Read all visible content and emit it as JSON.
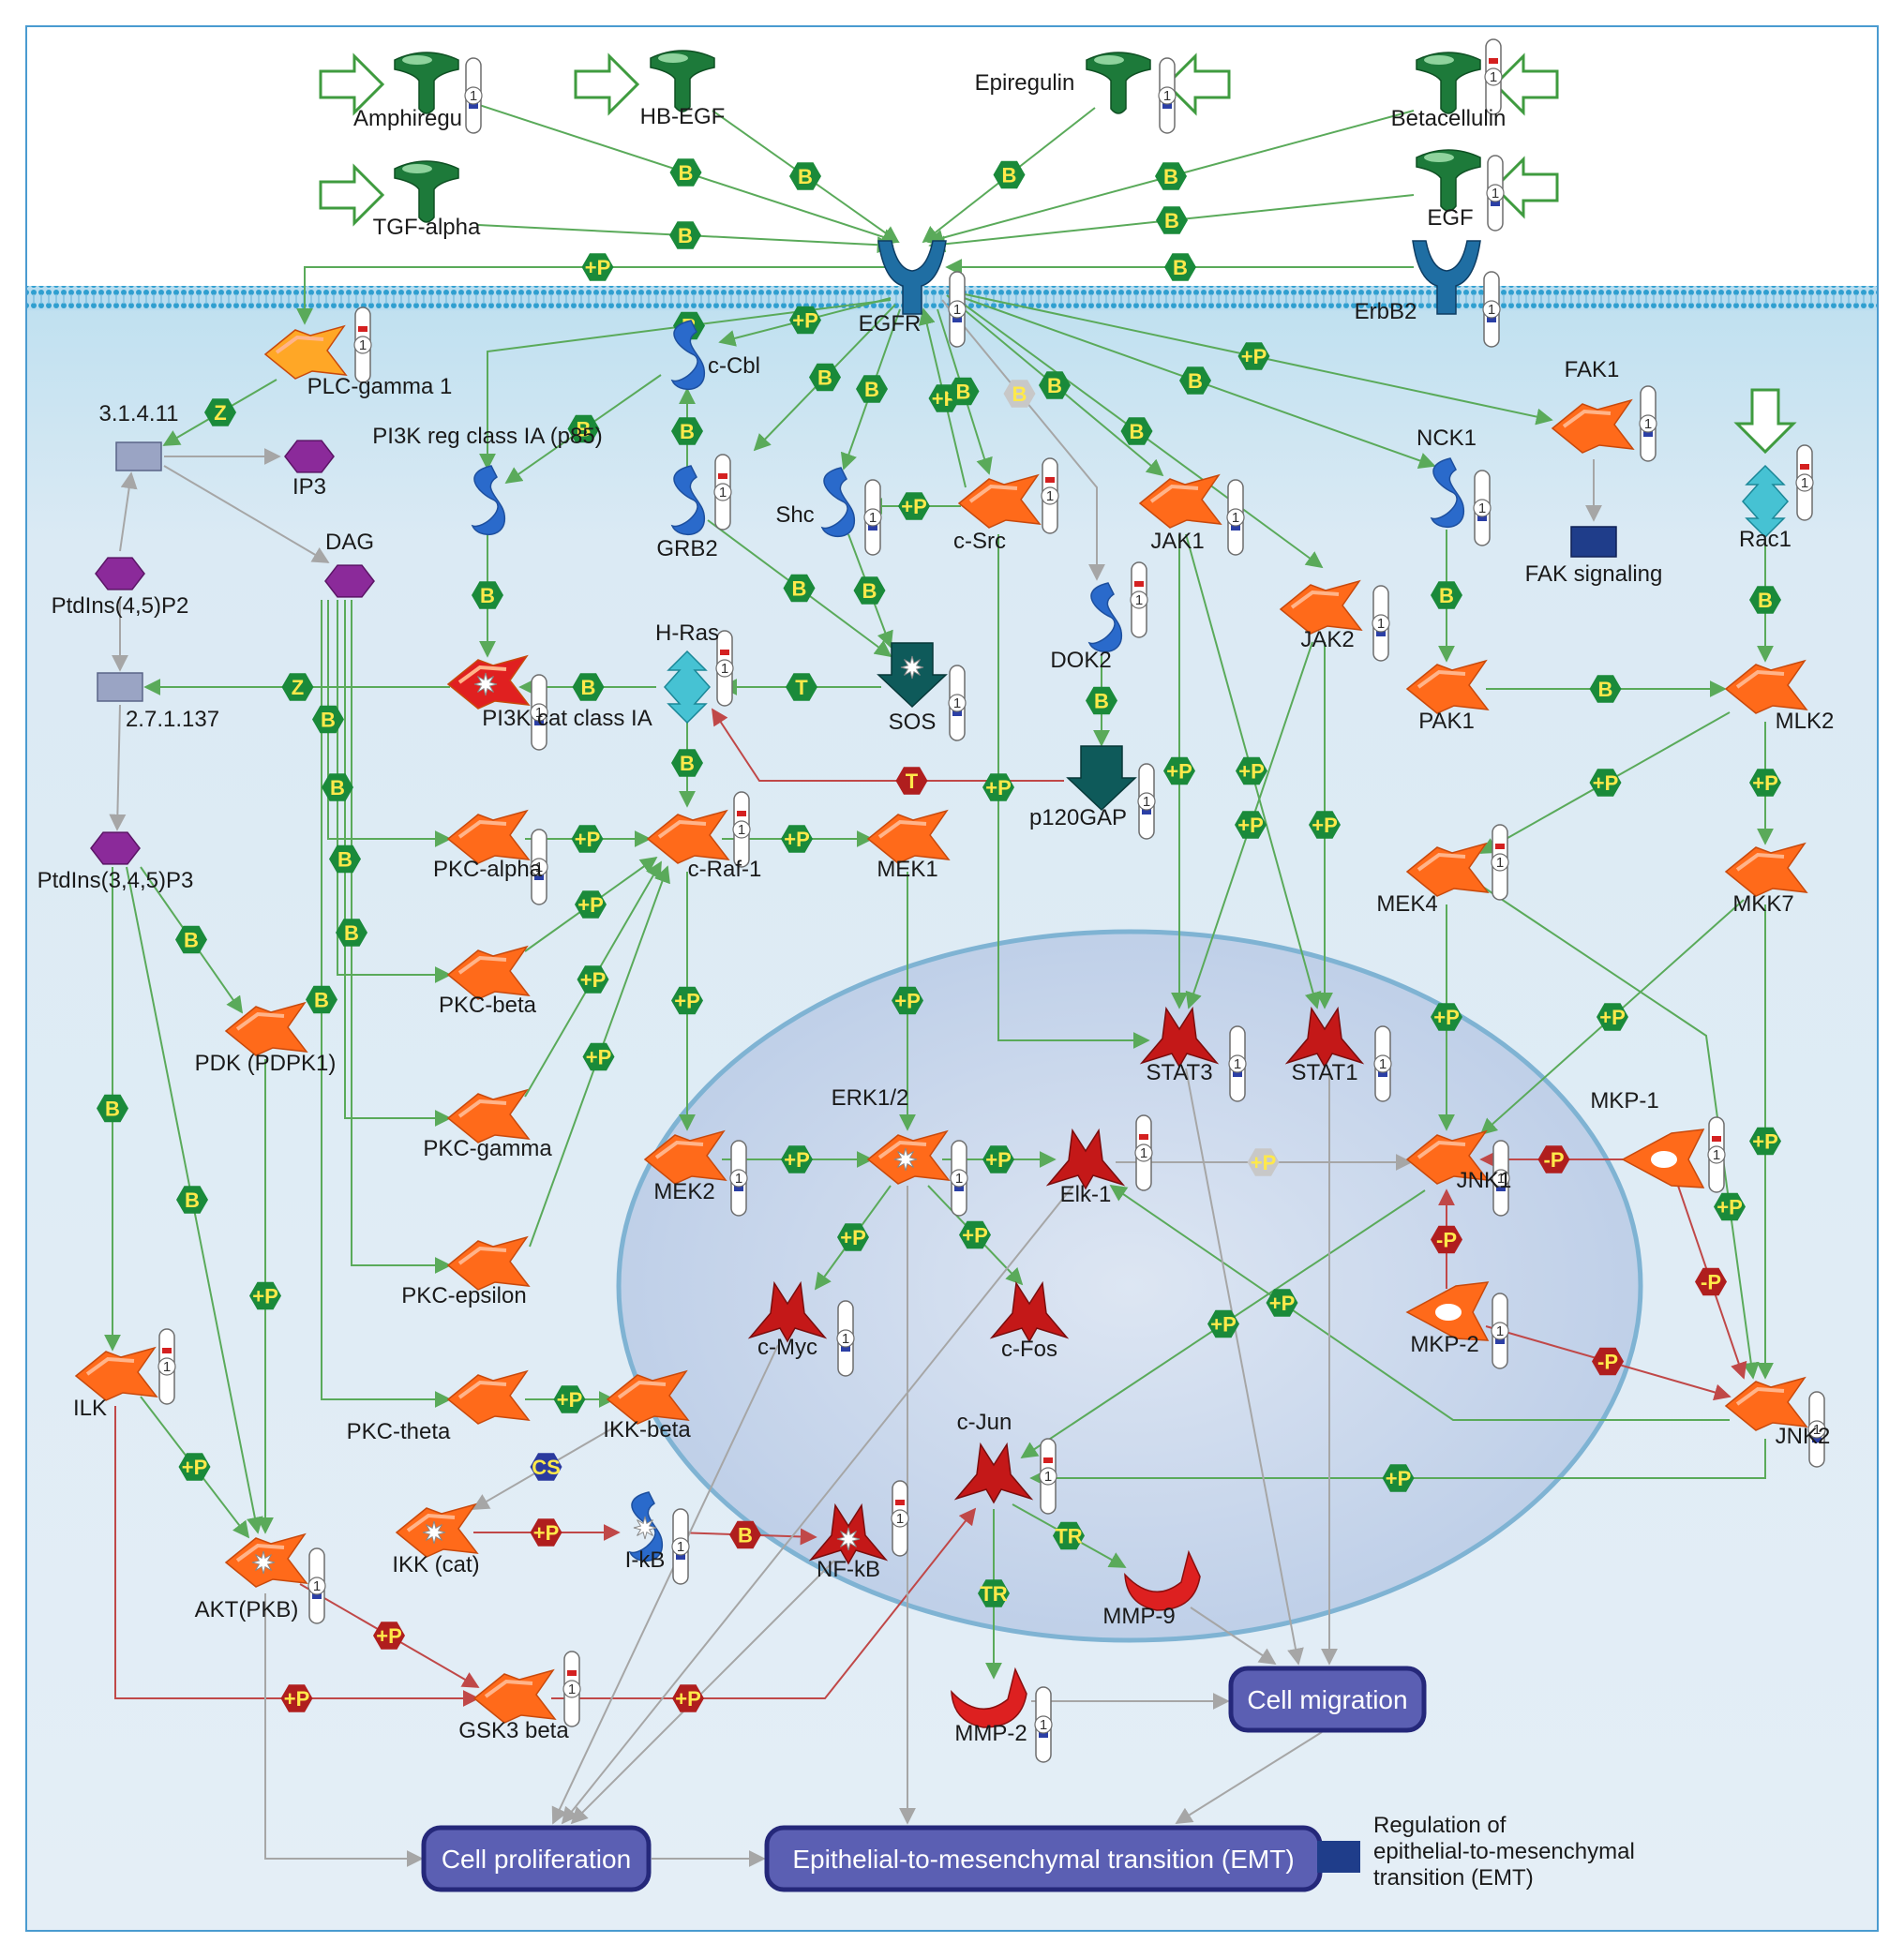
{
  "colors": {
    "membrane": "#3aa3d1",
    "cytoplasm": "#dceaf4",
    "nucleus_fill": "#c6d5ec",
    "nucleus_stroke": "#7fb3d3",
    "frame": "#4a9bd0",
    "edge_green": "#5aaa5a",
    "edge_red": "#c04848",
    "edge_gray": "#a6a6a6",
    "badge_green": "#1a8a3a",
    "badge_red": "#b01e1e",
    "badge_gray": "#c8c8c8",
    "badge_navy": "#2b3a9e",
    "process_fill": "#5b5fb3",
    "process_stroke": "#25287a",
    "kinase": "#ff6a1a",
    "receptor": "#1f6ea3",
    "ligand": "#1d7a3a",
    "tf": "#c41818",
    "adaptor": "#2a6acb",
    "small_molecule": "#8b2a9a",
    "complex_box": "#9aa4c4",
    "gtpase": "#46c2d3",
    "phosphatase": "#ff6a1a",
    "mmp": "#dd2020",
    "generic_dark": "#0e5a5a",
    "indicator_red": "#d42020",
    "indicator_blue": "#2b3fa5"
  },
  "nodes": [
    {
      "id": "amphiregulin",
      "label": "Amphiregu",
      "shape": "ligand",
      "icon": "ligand-t-icon"
    },
    {
      "id": "hb_egf",
      "label": "HB-EGF",
      "shape": "ligand",
      "icon": "ligand-t-icon"
    },
    {
      "id": "epiregulin",
      "label": "Epiregulin",
      "shape": "ligand",
      "icon": "ligand-t-icon"
    },
    {
      "id": "betacellulin",
      "label": "Betacellulin",
      "shape": "ligand",
      "icon": "ligand-t-icon"
    },
    {
      "id": "tgf_alpha",
      "label": "TGF-alpha",
      "shape": "ligand",
      "icon": "ligand-t-icon"
    },
    {
      "id": "egf",
      "label": "EGF",
      "shape": "ligand",
      "icon": "ligand-t-icon"
    },
    {
      "id": "egfr",
      "label": "EGFR",
      "shape": "receptor",
      "icon": "receptor-y-icon"
    },
    {
      "id": "erbb2",
      "label": "ErbB2",
      "shape": "receptor",
      "icon": "receptor-y-icon"
    },
    {
      "id": "plc_gamma1",
      "label": "PLC-gamma 1",
      "shape": "kinase_yellow",
      "icon": "enzyme-icon"
    },
    {
      "id": "enz_31411",
      "label": "3.1.4.11",
      "shape": "complex",
      "icon": "reaction-box-icon"
    },
    {
      "id": "ip3",
      "label": "IP3",
      "shape": "small",
      "icon": "hexagon-molecule-icon"
    },
    {
      "id": "dag",
      "label": "DAG",
      "shape": "small",
      "icon": "hexagon-molecule-icon"
    },
    {
      "id": "pip2",
      "label": "PtdIns(4,5)P2",
      "shape": "small",
      "icon": "hexagon-molecule-icon"
    },
    {
      "id": "enz_271137",
      "label": "2.7.1.137",
      "shape": "complex",
      "icon": "reaction-box-icon"
    },
    {
      "id": "pip3",
      "label": "PtdIns(3,4,5)P3",
      "shape": "small",
      "icon": "hexagon-molecule-icon"
    },
    {
      "id": "pi3k_reg",
      "label": "PI3K reg class IA (p85)",
      "shape": "adaptor",
      "icon": "adaptor-icon"
    },
    {
      "id": "pi3k_cat",
      "label": "PI3K cat class IA",
      "shape": "kinase_red",
      "icon": "kinase-icon"
    },
    {
      "id": "c_cbl",
      "label": "c-Cbl",
      "shape": "adaptor",
      "icon": "adaptor-icon"
    },
    {
      "id": "grb2",
      "label": "GRB2",
      "shape": "adaptor",
      "icon": "adaptor-icon"
    },
    {
      "id": "shc",
      "label": "Shc",
      "shape": "adaptor",
      "icon": "adaptor-icon"
    },
    {
      "id": "c_src",
      "label": "c-Src",
      "shape": "kinase",
      "icon": "kinase-icon"
    },
    {
      "id": "dok2",
      "label": "DOK2",
      "shape": "adaptor",
      "icon": "adaptor-icon"
    },
    {
      "id": "jak1",
      "label": "JAK1",
      "shape": "kinase",
      "icon": "kinase-icon"
    },
    {
      "id": "jak2",
      "label": "JAK2",
      "shape": "kinase",
      "icon": "kinase-icon"
    },
    {
      "id": "nck1",
      "label": "NCK1",
      "shape": "adaptor",
      "icon": "adaptor-icon"
    },
    {
      "id": "fak1",
      "label": "FAK1",
      "shape": "kinase",
      "icon": "kinase-icon"
    },
    {
      "id": "fak_signaling",
      "label": "FAK signaling",
      "shape": "process_small",
      "icon": "process-block-icon"
    },
    {
      "id": "rac1",
      "label": "Rac1",
      "shape": "gtpase",
      "icon": "gtpase-icon"
    },
    {
      "id": "h_ras",
      "label": "H-Ras",
      "shape": "gtpase",
      "icon": "gtpase-icon"
    },
    {
      "id": "sos",
      "label": "SOS",
      "shape": "generic_down",
      "icon": "gef-icon"
    },
    {
      "id": "p120gap",
      "label": "p120GAP",
      "shape": "generic_down",
      "icon": "gap-icon"
    },
    {
      "id": "pak1",
      "label": "PAK1",
      "shape": "kinase",
      "icon": "kinase-icon"
    },
    {
      "id": "mlk2",
      "label": "MLK2",
      "shape": "kinase",
      "icon": "kinase-icon"
    },
    {
      "id": "pkc_alpha",
      "label": "PKC-alpha",
      "shape": "kinase",
      "icon": "kinase-icon"
    },
    {
      "id": "c_raf1",
      "label": "c-Raf-1",
      "shape": "kinase",
      "icon": "kinase-icon"
    },
    {
      "id": "mek1",
      "label": "MEK1",
      "shape": "kinase",
      "icon": "kinase-icon"
    },
    {
      "id": "mek4",
      "label": "MEK4",
      "shape": "kinase",
      "icon": "kinase-icon"
    },
    {
      "id": "mkk7",
      "label": "MKK7",
      "shape": "kinase",
      "icon": "kinase-icon"
    },
    {
      "id": "pkc_beta",
      "label": "PKC-beta",
      "shape": "kinase",
      "icon": "kinase-icon"
    },
    {
      "id": "pdk",
      "label": "PDK (PDPK1)",
      "shape": "kinase",
      "icon": "kinase-icon"
    },
    {
      "id": "pkc_gamma",
      "label": "PKC-gamma",
      "shape": "kinase",
      "icon": "kinase-icon"
    },
    {
      "id": "pkc_epsilon",
      "label": "PKC-epsilon",
      "shape": "kinase",
      "icon": "kinase-icon"
    },
    {
      "id": "stat3",
      "label": "STAT3",
      "shape": "tf",
      "icon": "transcription-factor-icon"
    },
    {
      "id": "stat1",
      "label": "STAT1",
      "shape": "tf",
      "icon": "transcription-factor-icon"
    },
    {
      "id": "erk12",
      "label": "ERK1/2",
      "shape": "kinase_active",
      "icon": "kinase-icon"
    },
    {
      "id": "mek2",
      "label": "MEK2",
      "shape": "kinase",
      "icon": "kinase-icon"
    },
    {
      "id": "elk1",
      "label": "Elk-1",
      "shape": "tf",
      "icon": "transcription-factor-icon"
    },
    {
      "id": "jnk1",
      "label": "JNK1",
      "shape": "kinase",
      "icon": "kinase-icon"
    },
    {
      "id": "mkp1",
      "label": "MKP-1",
      "shape": "phosphatase",
      "icon": "phosphatase-icon"
    },
    {
      "id": "mkp2",
      "label": "MKP-2",
      "shape": "phosphatase",
      "icon": "phosphatase-icon"
    },
    {
      "id": "c_myc",
      "label": "c-Myc",
      "shape": "tf",
      "icon": "transcription-factor-icon"
    },
    {
      "id": "c_fos",
      "label": "c-Fos",
      "shape": "tf",
      "icon": "transcription-factor-icon"
    },
    {
      "id": "ilk",
      "label": "ILK",
      "shape": "kinase",
      "icon": "kinase-icon"
    },
    {
      "id": "pkc_theta",
      "label": "PKC-theta",
      "shape": "kinase",
      "icon": "kinase-icon"
    },
    {
      "id": "ikk_beta",
      "label": "IKK-beta",
      "shape": "kinase",
      "icon": "kinase-icon"
    },
    {
      "id": "ikk_cat",
      "label": "IKK (cat)",
      "shape": "kinase_active",
      "icon": "kinase-icon"
    },
    {
      "id": "ikb",
      "label": "I-kB",
      "shape": "adaptor_active",
      "icon": "adaptor-icon"
    },
    {
      "id": "nf_kb",
      "label": "NF-kB",
      "shape": "tf_active",
      "icon": "transcription-factor-icon"
    },
    {
      "id": "c_jun",
      "label": "c-Jun",
      "shape": "tf",
      "icon": "transcription-factor-icon"
    },
    {
      "id": "jnk2",
      "label": "JNK2",
      "shape": "kinase",
      "icon": "kinase-icon"
    },
    {
      "id": "akt",
      "label": "AKT(PKB)",
      "shape": "kinase_active",
      "icon": "kinase-icon"
    },
    {
      "id": "mmp9",
      "label": "MMP-9",
      "shape": "mmp",
      "icon": "protease-icon"
    },
    {
      "id": "gsk3b",
      "label": "GSK3 beta",
      "shape": "kinase",
      "icon": "kinase-icon"
    },
    {
      "id": "mmp2",
      "label": "MMP-2",
      "shape": "mmp",
      "icon": "protease-icon"
    }
  ],
  "processes": [
    {
      "id": "cell_migration",
      "label": "Cell migration"
    },
    {
      "id": "cell_proliferation",
      "label": "Cell proliferation"
    },
    {
      "id": "emt",
      "label": "Epithelial-to-mesenchymal transition (EMT)"
    }
  ],
  "legend_note": {
    "lines": [
      "Regulation of",
      "epithelial-to-mesenchymal",
      "transition (EMT)"
    ]
  },
  "edges": [
    {
      "from": "amphiregulin",
      "to": "egfr",
      "type": "B",
      "color": "green"
    },
    {
      "from": "hb_egf",
      "to": "egfr",
      "type": "B",
      "color": "green"
    },
    {
      "from": "epiregulin",
      "to": "egfr",
      "type": "B",
      "color": "green"
    },
    {
      "from": "betacellulin",
      "to": "egfr",
      "type": "B",
      "color": "green"
    },
    {
      "from": "tgf_alpha",
      "to": "egfr",
      "type": "B",
      "color": "green"
    },
    {
      "from": "egf",
      "to": "egfr",
      "type": "B",
      "color": "green"
    },
    {
      "from": "erbb2",
      "to": "egfr",
      "type": "B",
      "color": "green"
    },
    {
      "from": "egfr",
      "to": "plc_gamma1",
      "type": "+P",
      "color": "green"
    },
    {
      "from": "egfr",
      "to": "pi3k_reg",
      "type": "B",
      "color": "green"
    },
    {
      "from": "egfr",
      "to": "c_cbl",
      "type": "+P",
      "color": "green"
    },
    {
      "from": "egfr",
      "to": "grb2",
      "type": "B",
      "color": "green"
    },
    {
      "from": "egfr",
      "to": "shc",
      "type": "B",
      "color": "green"
    },
    {
      "from": "c_src",
      "to": "egfr",
      "type": "+P",
      "color": "green"
    },
    {
      "from": "egfr",
      "to": "c_src",
      "type": "B",
      "color": "green"
    },
    {
      "from": "egfr",
      "to": "dok2",
      "type": "B",
      "color": "gray"
    },
    {
      "from": "egfr",
      "to": "jak1",
      "type": "B",
      "color": "green"
    },
    {
      "from": "egfr",
      "to": "jak2",
      "type": "B",
      "color": "green"
    },
    {
      "from": "egfr",
      "to": "nck1",
      "type": "B",
      "color": "green"
    },
    {
      "from": "egfr",
      "to": "fak1",
      "type": "+P",
      "color": "green"
    },
    {
      "from": "plc_gamma1",
      "to": "enz_31411",
      "type": "Z",
      "color": "green"
    },
    {
      "from": "enz_31411",
      "to": "ip3",
      "type": "",
      "color": "gray"
    },
    {
      "from": "enz_31411",
      "to": "dag",
      "type": "",
      "color": "gray"
    },
    {
      "from": "pip2",
      "to": "enz_31411",
      "type": "",
      "color": "gray"
    },
    {
      "from": "pip2",
      "to": "enz_271137",
      "type": "",
      "color": "gray"
    },
    {
      "from": "enz_271137",
      "to": "pip3",
      "type": "",
      "color": "gray"
    },
    {
      "from": "pi3k_cat",
      "to": "enz_271137",
      "type": "Z",
      "color": "green"
    },
    {
      "from": "pi3k_reg",
      "to": "pi3k_cat",
      "type": "B",
      "color": "green"
    },
    {
      "from": "c_cbl",
      "to": "pi3k_reg",
      "type": "B",
      "color": "green"
    },
    {
      "from": "grb2",
      "to": "c_cbl",
      "type": "B",
      "color": "green"
    },
    {
      "from": "grb2",
      "to": "sos",
      "type": "B",
      "color": "green"
    },
    {
      "from": "c_src",
      "to": "shc",
      "type": "+P",
      "color": "green"
    },
    {
      "from": "shc",
      "to": "sos",
      "type": "B",
      "color": "green"
    },
    {
      "from": "dok2",
      "to": "p120gap",
      "type": "B",
      "color": "green"
    },
    {
      "from": "h_ras",
      "to": "pi3k_cat",
      "type": "B",
      "color": "green"
    },
    {
      "from": "sos",
      "to": "h_ras",
      "type": "T",
      "color": "green"
    },
    {
      "from": "p120gap",
      "to": "h_ras",
      "type": "T",
      "color": "red"
    },
    {
      "from": "h_ras",
      "to": "c_raf1",
      "type": "B",
      "color": "green"
    },
    {
      "from": "fak1",
      "to": "fak_signaling",
      "type": "",
      "color": "gray"
    },
    {
      "from": "rac1",
      "to": "mlk2",
      "type": "B",
      "color": "green"
    },
    {
      "from": "nck1",
      "to": "pak1",
      "type": "B",
      "color": "green"
    },
    {
      "from": "pak1",
      "to": "mlk2",
      "type": "B",
      "color": "green"
    },
    {
      "from": "mlk2",
      "to": "mek4",
      "type": "+P",
      "color": "green"
    },
    {
      "from": "mlk2",
      "to": "mkk7",
      "type": "+P",
      "color": "green"
    },
    {
      "from": "dag",
      "to": "pkc_alpha",
      "type": "B",
      "color": "green"
    },
    {
      "from": "dag",
      "to": "pkc_beta",
      "type": "B",
      "color": "green"
    },
    {
      "from": "dag",
      "to": "pkc_gamma",
      "type": "B",
      "color": "green"
    },
    {
      "from": "dag",
      "to": "pkc_epsilon",
      "type": "B",
      "color": "green"
    },
    {
      "from": "dag",
      "to": "pkc_theta",
      "type": "B",
      "color": "green"
    },
    {
      "from": "pkc_alpha",
      "to": "c_raf1",
      "type": "+P",
      "color": "green"
    },
    {
      "from": "pkc_beta",
      "to": "c_raf1",
      "type": "+P",
      "color": "green"
    },
    {
      "from": "pkc_gamma",
      "to": "c_raf1",
      "type": "+P",
      "color": "green"
    },
    {
      "from": "pkc_epsilon",
      "to": "c_raf1",
      "type": "+P",
      "color": "green"
    },
    {
      "from": "c_raf1",
      "to": "mek1",
      "type": "+P",
      "color": "green"
    },
    {
      "from": "c_raf1",
      "to": "mek2",
      "type": "+P",
      "color": "green"
    },
    {
      "from": "mek1",
      "to": "erk12",
      "type": "+P",
      "color": "green"
    },
    {
      "from": "mek2",
      "to": "erk12",
      "type": "+P",
      "color": "green"
    },
    {
      "from": "erk12",
      "to": "elk1",
      "type": "+P",
      "color": "green"
    },
    {
      "from": "erk12",
      "to": "c_myc",
      "type": "+P",
      "color": "green"
    },
    {
      "from": "erk12",
      "to": "c_fos",
      "type": "+P",
      "color": "green"
    },
    {
      "from": "c_src",
      "to": "stat3",
      "type": "+P",
      "color": "green"
    },
    {
      "from": "jak1",
      "to": "stat3",
      "type": "+P",
      "color": "green"
    },
    {
      "from": "jak1",
      "to": "stat1",
      "type": "+P",
      "color": "green"
    },
    {
      "from": "jak2",
      "to": "stat3",
      "type": "+P",
      "color": "green"
    },
    {
      "from": "jak2",
      "to": "stat1",
      "type": "+P",
      "color": "green"
    },
    {
      "from": "mek4",
      "to": "jnk1",
      "type": "+P",
      "color": "green"
    },
    {
      "from": "mkk7",
      "to": "jnk1",
      "type": "+P",
      "color": "green"
    },
    {
      "from": "mek4",
      "to": "jnk2",
      "type": "+P",
      "color": "green"
    },
    {
      "from": "mkk7",
      "to": "jnk2",
      "type": "+P",
      "color": "green"
    },
    {
      "from": "mkp1",
      "to": "jnk1",
      "type": "-P",
      "color": "red"
    },
    {
      "from": "mkp2",
      "to": "jnk1",
      "type": "-P",
      "color": "red"
    },
    {
      "from": "mkp1",
      "to": "jnk2",
      "type": "-P",
      "color": "red"
    },
    {
      "from": "mkp2",
      "to": "jnk2",
      "type": "-P",
      "color": "red"
    },
    {
      "from": "elk1",
      "to": "jnk1",
      "type": "+P",
      "color": "gray"
    },
    {
      "from": "jnk1",
      "to": "c_jun",
      "type": "+P",
      "color": "green"
    },
    {
      "from": "jnk2",
      "to": "elk1",
      "type": "+P",
      "color": "green"
    },
    {
      "from": "jnk2",
      "to": "c_jun",
      "type": "+P",
      "color": "green"
    },
    {
      "from": "pip3",
      "to": "pdk",
      "type": "B",
      "color": "green"
    },
    {
      "from": "pip3",
      "to": "ilk",
      "type": "B",
      "color": "green"
    },
    {
      "from": "pip3",
      "to": "akt",
      "type": "B",
      "color": "green"
    },
    {
      "from": "pdk",
      "to": "akt",
      "type": "+P",
      "color": "green"
    },
    {
      "from": "ilk",
      "to": "akt",
      "type": "+P",
      "color": "green"
    },
    {
      "from": "pkc_theta",
      "to": "ikk_beta",
      "type": "+P",
      "color": "green"
    },
    {
      "from": "ikk_beta",
      "to": "ikk_cat",
      "type": "CS",
      "color": "gray"
    },
    {
      "from": "ikk_cat",
      "to": "ikb",
      "type": "+P",
      "color": "red"
    },
    {
      "from": "ikb",
      "to": "nf_kb",
      "type": "B",
      "color": "red"
    },
    {
      "from": "akt",
      "to": "gsk3b",
      "type": "+P",
      "color": "red"
    },
    {
      "from": "ilk",
      "to": "gsk3b",
      "type": "+P",
      "color": "red"
    },
    {
      "from": "gsk3b",
      "to": "c_jun",
      "type": "+P",
      "color": "red"
    },
    {
      "from": "c_jun",
      "to": "mmp9",
      "type": "TR",
      "color": "green"
    },
    {
      "from": "c_jun",
      "to": "mmp2",
      "type": "TR",
      "color": "green"
    },
    {
      "from": "mmp9",
      "to": "cell_migration",
      "type": "",
      "color": "gray"
    },
    {
      "from": "mmp2",
      "to": "cell_migration",
      "type": "",
      "color": "gray"
    },
    {
      "from": "stat3",
      "to": "cell_migration",
      "type": "",
      "color": "gray"
    },
    {
      "from": "stat1",
      "to": "cell_migration",
      "type": "",
      "color": "gray"
    },
    {
      "from": "cell_migration",
      "to": "emt",
      "type": "",
      "color": "gray"
    },
    {
      "from": "erk12",
      "to": "emt",
      "type": "",
      "color": "gray"
    },
    {
      "from": "elk1",
      "to": "cell_proliferation",
      "type": "",
      "color": "gray"
    },
    {
      "from": "c_myc",
      "to": "cell_proliferation",
      "type": "",
      "color": "gray"
    },
    {
      "from": "nf_kb",
      "to": "cell_proliferation",
      "type": "",
      "color": "gray"
    },
    {
      "from": "akt",
      "to": "cell_proliferation",
      "type": "",
      "color": "gray"
    },
    {
      "from": "cell_proliferation",
      "to": "emt",
      "type": "",
      "color": "gray"
    }
  ]
}
